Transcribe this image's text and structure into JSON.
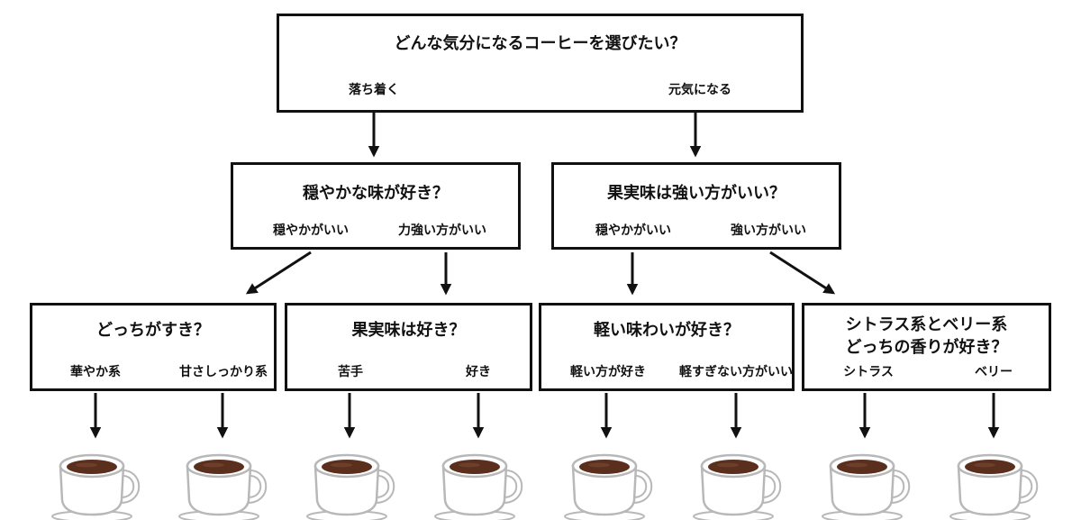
{
  "colors": {
    "line": "#111111",
    "coffee": "#5a2f1e",
    "cup_edge": "#b8b8b8"
  },
  "root": {
    "question": "どんな気分になるコーヒーを選びたい？",
    "left": "落ち着く",
    "right": "元気になる"
  },
  "calm": {
    "question": "穏やかな味が好き？",
    "left": "穏やかがいい",
    "right": "力強い方がいい"
  },
  "energy": {
    "question": "果実味は強い方がいい？",
    "left": "穏やかがいい",
    "right": "強い方がいい"
  },
  "leaves": [
    {
      "question": [
        "どっちがすき？"
      ],
      "left": "華やか系",
      "right": "甘さしっかり系"
    },
    {
      "question": [
        "果実味は好き？"
      ],
      "left": "苦手",
      "right": "好き"
    },
    {
      "question": [
        "軽い味わいが好き？"
      ],
      "left": "軽い方が好き",
      "right": "軽すぎない方がいい"
    },
    {
      "question": [
        "シトラス系とベリー系",
        "どっちの香りが好き？"
      ],
      "left": "シトラス",
      "right": "ベリー"
    }
  ],
  "outcome_icon": "coffee-cup-icon"
}
